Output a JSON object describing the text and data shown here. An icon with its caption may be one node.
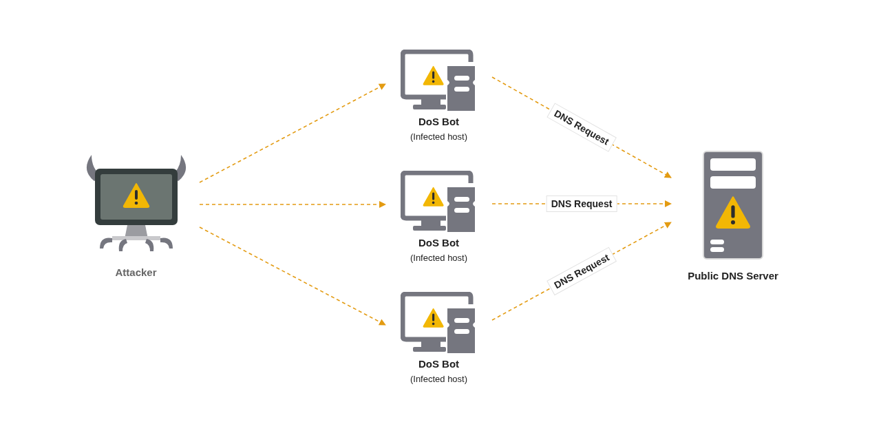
{
  "diagram": {
    "nodes": [
      {
        "text": [
          "Attacker"
        ]
      },
      {
        "text": [
          "DoS Bot",
          "(Infected host)"
        ]
      },
      {
        "text": [
          "DoS Bot",
          "(Infected host)"
        ]
      },
      {
        "text": [
          "DoS Bot",
          "(Infected host)"
        ]
      },
      {
        "text": [
          "Public DNS Server"
        ]
      }
    ],
    "edges": [
      {
        "from": 0,
        "to": 1,
        "arrow": "to",
        "style": "dashed"
      },
      {
        "from": 0,
        "to": 2,
        "arrow": "to",
        "style": "dashed"
      },
      {
        "from": 0,
        "to": 3,
        "arrow": "to",
        "style": "dashed"
      },
      {
        "from": 1,
        "to": 4,
        "arrow": "to",
        "style": "dashed",
        "label": "DNS Request"
      },
      {
        "from": 2,
        "to": 4,
        "arrow": "to",
        "style": "dashed",
        "label": "DNS Request"
      },
      {
        "from": 3,
        "to": 4,
        "arrow": "to",
        "style": "dashed",
        "label": "DNS Request"
      }
    ]
  }
}
